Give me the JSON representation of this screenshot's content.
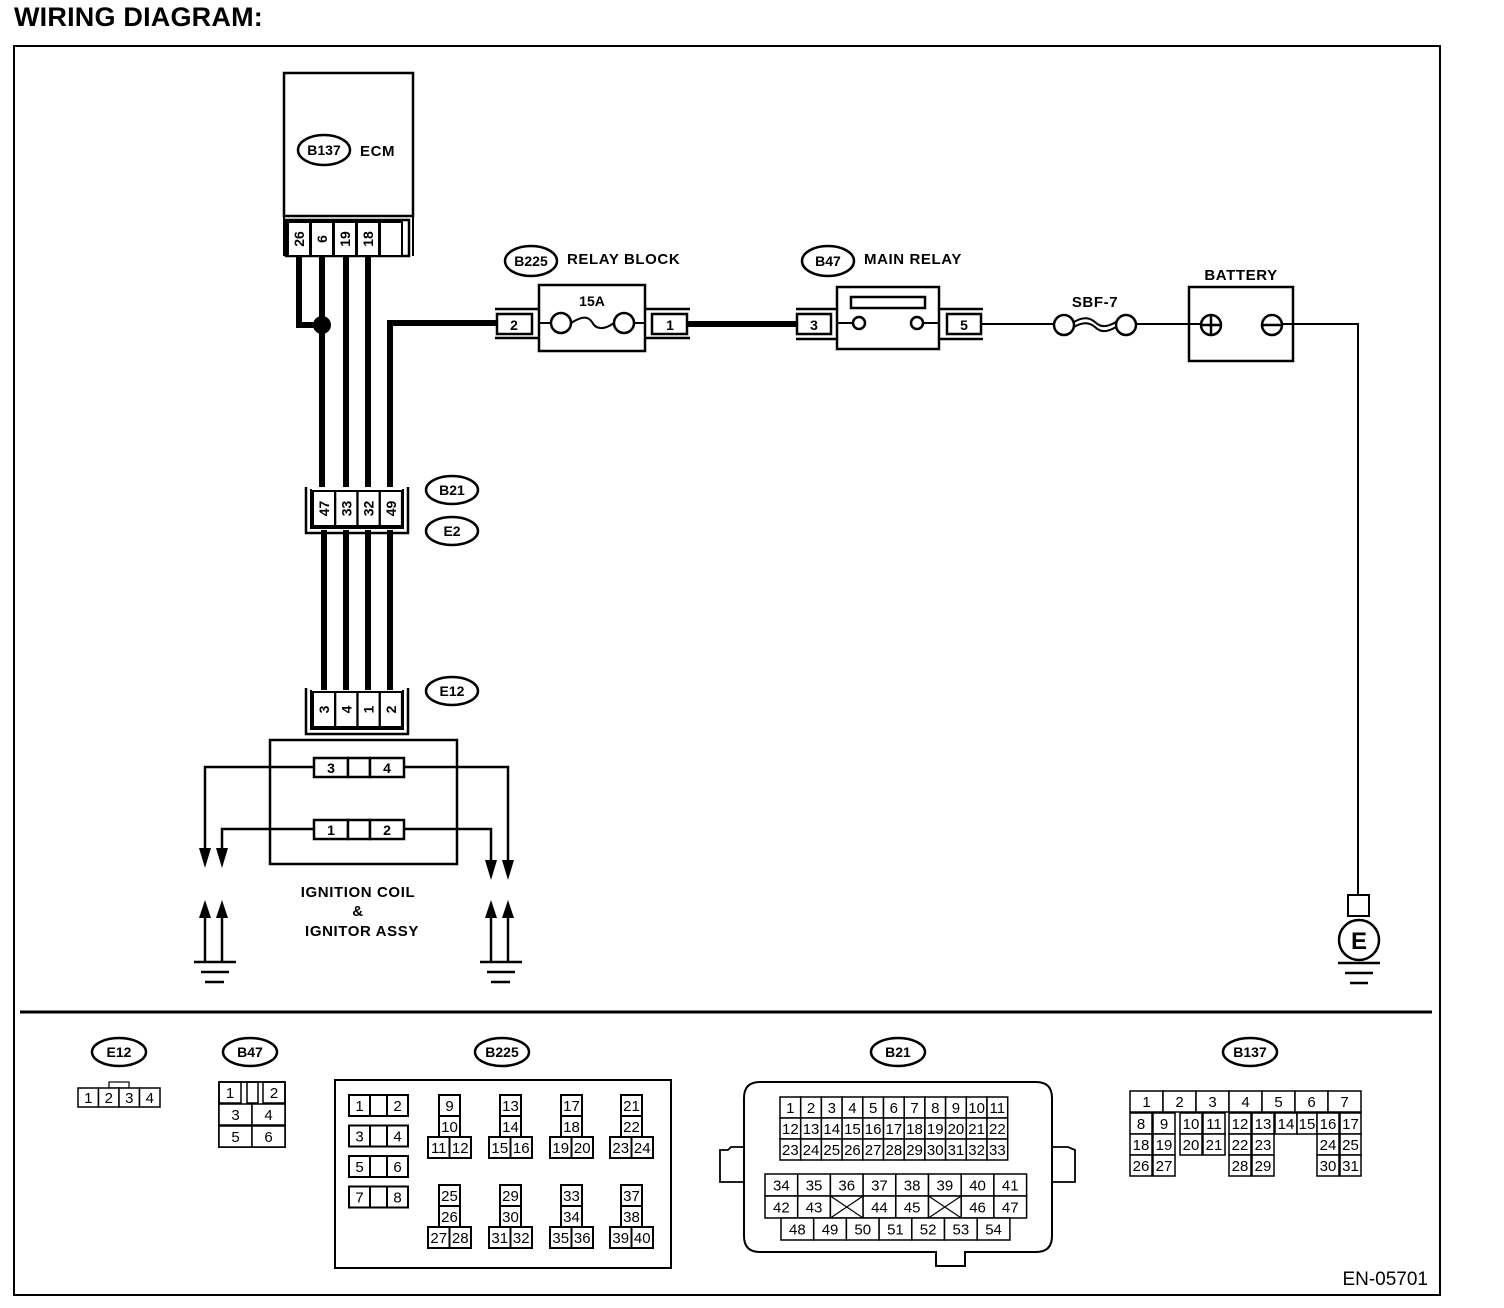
{
  "title": "WIRING DIAGRAM:",
  "figure_code": "EN-05701",
  "components": {
    "ecm": {
      "connector": "B137",
      "label": "ECM",
      "pins": [
        "26",
        "6",
        "19",
        "18",
        ""
      ]
    },
    "relay_block": {
      "connector": "B225",
      "label": "RELAY BLOCK",
      "fuse": "15A",
      "pin_in": "2",
      "pin_out": "1"
    },
    "main_relay": {
      "connector": "B47",
      "label": "MAIN RELAY",
      "pin_in": "3",
      "pin_out": "5"
    },
    "fusible_link": {
      "label": "SBF-7"
    },
    "battery": {
      "label": "BATTERY",
      "positive": "+",
      "negative": "−"
    },
    "joint_b21_e2": {
      "connectors": [
        "B21",
        "E2"
      ],
      "pins": [
        "47",
        "33",
        "32",
        "49"
      ]
    },
    "joint_e12": {
      "connector": "E12",
      "pins": [
        "3",
        "4",
        "1",
        "2"
      ]
    },
    "ignition": {
      "label_lines": [
        "IGNITION COIL",
        "&",
        "IGNITOR ASSY"
      ],
      "upper_pins": [
        "3",
        "",
        "4"
      ],
      "lower_pins": [
        "1",
        "",
        "2"
      ]
    },
    "ground": {
      "label": "E"
    }
  },
  "connector_views": {
    "e12": {
      "name": "E12",
      "pins": [
        "1",
        "2",
        "3",
        "4"
      ]
    },
    "b47": {
      "name": "B47",
      "rows": [
        [
          "1",
          "",
          "2"
        ],
        [
          "3",
          "4"
        ],
        [
          "5",
          "6"
        ]
      ]
    },
    "b225": {
      "name": "B225",
      "left_blocks": [
        [
          "1",
          "2"
        ],
        [
          "3",
          "4"
        ],
        [
          "5",
          "6"
        ],
        [
          "7",
          "8"
        ]
      ],
      "groups": [
        [
          "9",
          "10",
          "11",
          "12"
        ],
        [
          "13",
          "14",
          "15",
          "16"
        ],
        [
          "17",
          "18",
          "19",
          "20"
        ],
        [
          "21",
          "22",
          "23",
          "24"
        ],
        [
          "25",
          "26",
          "27",
          "28"
        ],
        [
          "29",
          "30",
          "31",
          "32"
        ],
        [
          "33",
          "34",
          "35",
          "36"
        ],
        [
          "37",
          "38",
          "39",
          "40"
        ]
      ]
    },
    "b21": {
      "name": "B21",
      "upper_rows": [
        [
          "1",
          "2",
          "3",
          "4",
          "5",
          "6",
          "7",
          "8",
          "9",
          "10",
          "11"
        ],
        [
          "12",
          "13",
          "14",
          "15",
          "16",
          "17",
          "18",
          "19",
          "20",
          "21",
          "22"
        ],
        [
          "23",
          "24",
          "25",
          "26",
          "27",
          "28",
          "29",
          "30",
          "31",
          "32",
          "33"
        ]
      ],
      "lower_rows": [
        [
          "34",
          "35",
          "36",
          "37",
          "38",
          "39",
          "40",
          "41"
        ],
        [
          "42",
          "43",
          "X",
          "44",
          "45",
          "X",
          "46",
          "47"
        ],
        [
          "48",
          "49",
          "50",
          "51",
          "52",
          "53",
          "54"
        ]
      ]
    },
    "b137": {
      "name": "B137",
      "row1": [
        "1",
        "2",
        "3",
        "4",
        "5",
        "6",
        "7"
      ],
      "rows": [
        [
          "8",
          "9",
          "10",
          "11",
          "12",
          "13",
          "14",
          "15",
          "16",
          "17"
        ],
        [
          "18",
          "19",
          "20",
          "21",
          "22",
          "23",
          "",
          "",
          "24",
          "25"
        ],
        [
          "26",
          "27",
          "",
          "",
          "28",
          "29",
          "",
          "",
          "30",
          "31"
        ]
      ]
    }
  }
}
